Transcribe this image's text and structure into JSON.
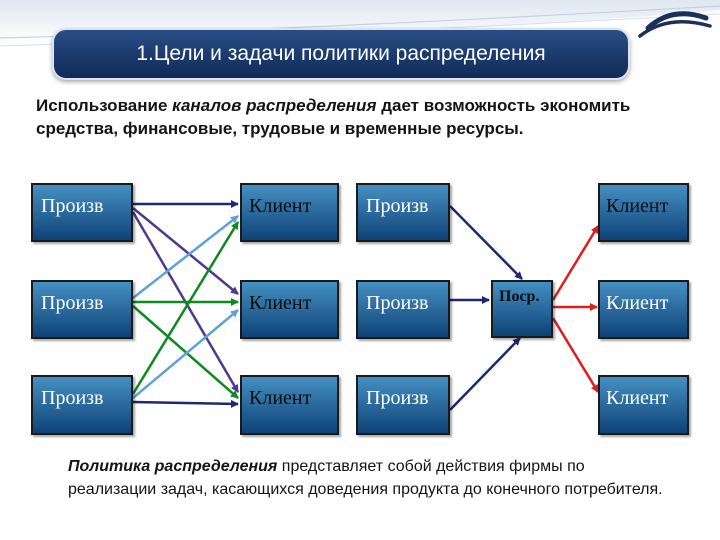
{
  "title": "1.Цели и задачи политики распределения",
  "intro": {
    "lead": "Использование ",
    "emphasis": "каналов распределения",
    "rest": "дает возможность экономить средства, финансовые, трудовые и временные ресурсы."
  },
  "diagram": {
    "left_producers": [
      "Произв",
      "Произв",
      "Произв"
    ],
    "left_clients": [
      "Клиент",
      "Клиент",
      "Клиент"
    ],
    "right_producers": [
      "Произв",
      "Произв",
      "Произв"
    ],
    "intermediary": "Поср.",
    "right_clients": [
      "Клиент",
      "Клиент",
      "Клиент"
    ],
    "colors": {
      "box_top": "#4590c2",
      "box_bottom": "#0f4277",
      "arrow_navy": "#1f2870",
      "arrow_purple": "#4d3a8f",
      "arrow_green": "#0e8a1f",
      "arrow_lightblue": "#5fa2d6",
      "arrow_red": "#e01c1c"
    }
  },
  "footer": {
    "emphasis": "Политика распределения",
    "rest": " представляет собой действия фирмы по реализации задач, касающихся доведения продукта до конечного потребителя."
  }
}
